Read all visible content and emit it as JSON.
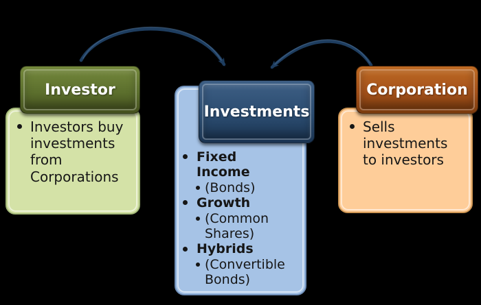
{
  "theme": {
    "canvas_bg": "#000000",
    "arrow_color": "#1e3d5f",
    "arrow_highlight": "#46688e",
    "green_header_fill": "#5c6f2d",
    "green_header_light": "#75893d",
    "green_header_dark": "#45511f",
    "green_body_fill": "#d4e2a7",
    "green_body_border": "#a3b878",
    "navy_header_fill": "#2b4c70",
    "navy_header_light": "#3e5f85",
    "navy_header_dark": "#1b3451",
    "blue_body_fill": "#a6c3e6",
    "blue_body_border": "#7090ba",
    "orange_header_fill": "#a4511a",
    "orange_header_light": "#bf6b24",
    "orange_header_dark": "#7b3b0e",
    "orange_body_fill": "#fecd99",
    "orange_body_border": "#cf9654",
    "text_dark": "#161616",
    "text_light": "#ffffff"
  },
  "boxes": [
    {
      "title": "Investor",
      "items": [
        {
          "text": "Investors buy investments from Corporations",
          "level": 1,
          "bold": false
        }
      ]
    },
    {
      "title": "Investments",
      "items": [
        {
          "text": "Fixed Income",
          "level": 1,
          "bold": true
        },
        {
          "text": "(Bonds)",
          "level": 2,
          "bold": false
        },
        {
          "text": "Growth",
          "level": 1,
          "bold": true
        },
        {
          "text": "(Common Shares)",
          "level": 2,
          "bold": false
        },
        {
          "text": "Hybrids",
          "level": 1,
          "bold": true
        },
        {
          "text": "(Convertible Bonds)",
          "level": 2,
          "bold": false
        }
      ]
    },
    {
      "title": "Corporation",
      "items": [
        {
          "text": "Sells investments to investors",
          "level": 1,
          "bold": false
        }
      ]
    }
  ],
  "arrows": [
    {
      "from": "Investor",
      "to": "Investments",
      "shape": "curved",
      "direction": "left-to-right"
    },
    {
      "from": "Corporation",
      "to": "Investments",
      "shape": "curved",
      "direction": "right-to-left"
    }
  ]
}
